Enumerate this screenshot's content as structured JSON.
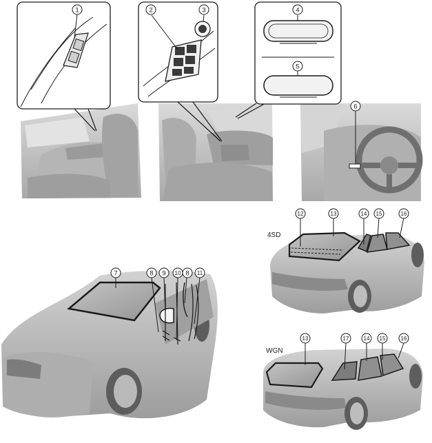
{
  "callouts": {
    "n1": "1",
    "n2": "2",
    "n3": "3",
    "n4": "4",
    "n5": "5",
    "n6": "6",
    "n7": "7",
    "n8a": "8",
    "n9": "9",
    "n10": "10",
    "n8b": "8",
    "n11": "11",
    "n12": "12",
    "n13a": "13",
    "n14a": "14",
    "n15a": "15",
    "n16a": "16",
    "n13b": "13",
    "n17": "17",
    "n14b": "14",
    "n15b": "15",
    "n16b": "16"
  },
  "variants": {
    "sedan": "4SD",
    "wagon": "WGN"
  },
  "colors": {
    "line": "#1a1a1a",
    "interior": "#c9c9c9",
    "body": "#bdbdbd",
    "glass": "#a9a9a9",
    "circle_fill": "#ffffff"
  },
  "icons": [
    "window-switch-icon",
    "power-window-master-switch-icon",
    "rearview-mirror-icon",
    "steering-wheel-icon",
    "sedan-car-icon",
    "wagon-car-icon"
  ]
}
